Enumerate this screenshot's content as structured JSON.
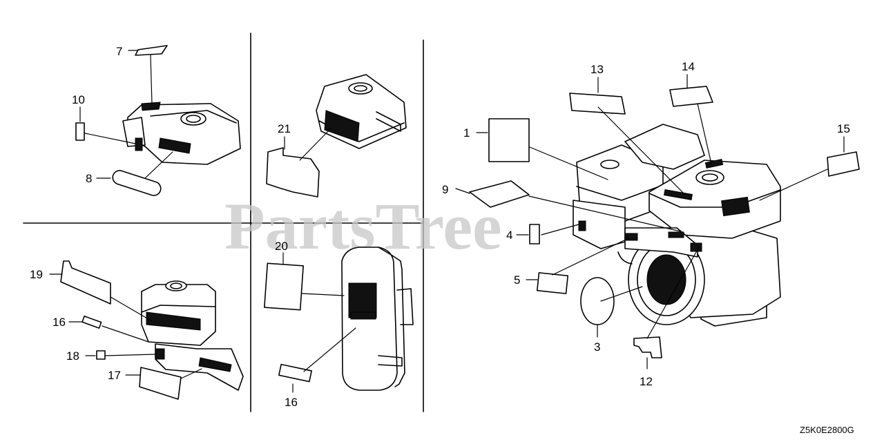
{
  "diagram": {
    "watermark": "PartsTree",
    "code": "Z5K0E2800G",
    "callouts": {
      "c1": "1",
      "c3": "3",
      "c4": "4",
      "c5": "5",
      "c7": "7",
      "c8": "8",
      "c9": "9",
      "c10": "10",
      "c12": "12",
      "c13": "13",
      "c14": "14",
      "c15": "15",
      "c16a": "16",
      "c16b": "16",
      "c17": "17",
      "c18": "18",
      "c19": "19",
      "c20": "20",
      "c21": "21"
    }
  }
}
